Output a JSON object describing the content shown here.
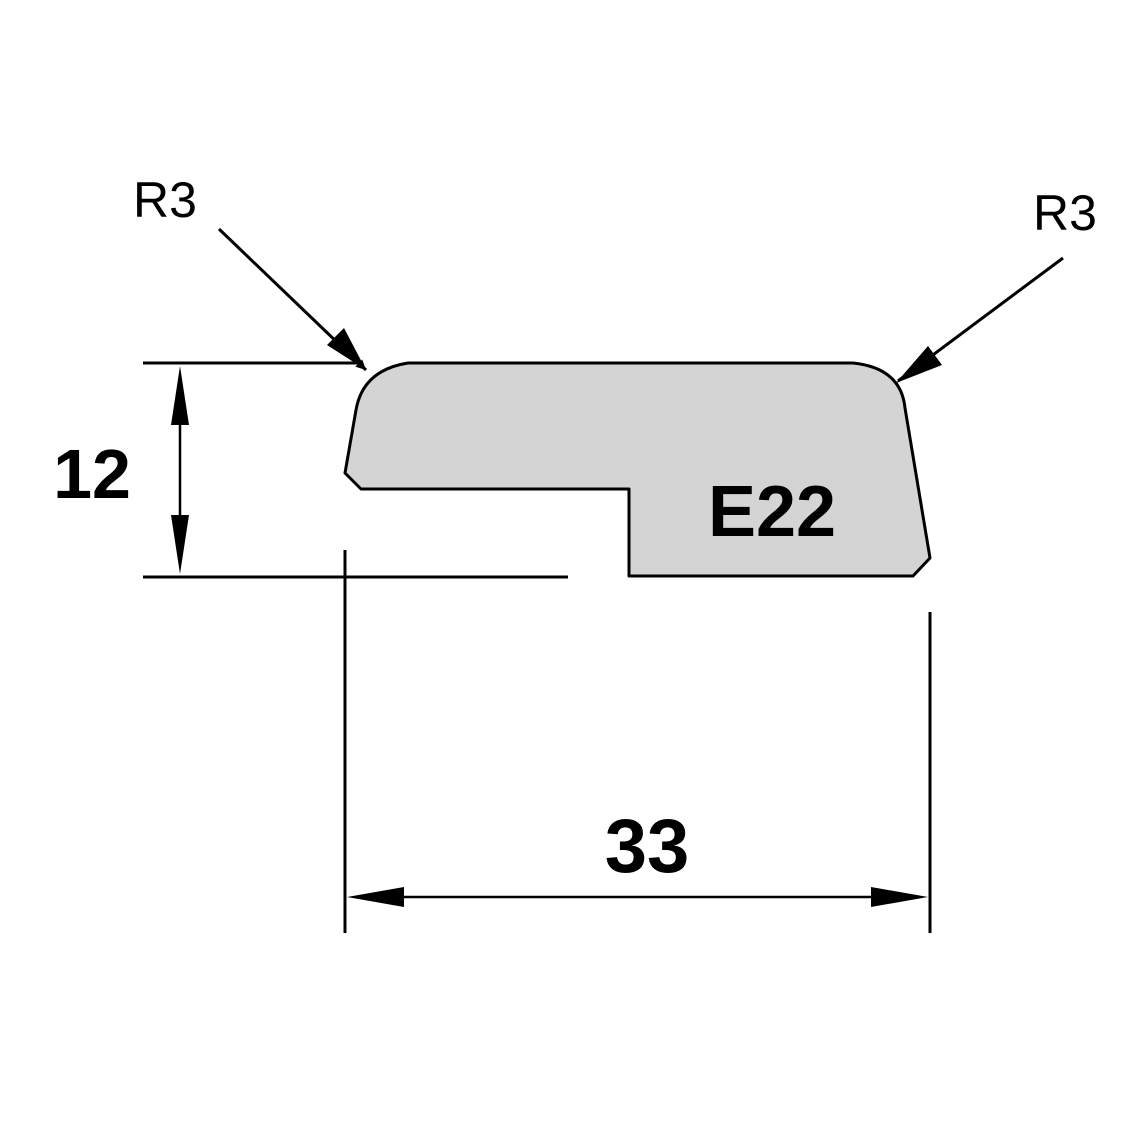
{
  "profile": {
    "code": "E22",
    "fill_color": "#d4d4d4",
    "outline_color": "#000000"
  },
  "dimensions": {
    "height": {
      "value": "12"
    },
    "width": {
      "value": "33"
    },
    "radius_left": {
      "label": "R3"
    },
    "radius_right": {
      "label": "R3"
    }
  }
}
